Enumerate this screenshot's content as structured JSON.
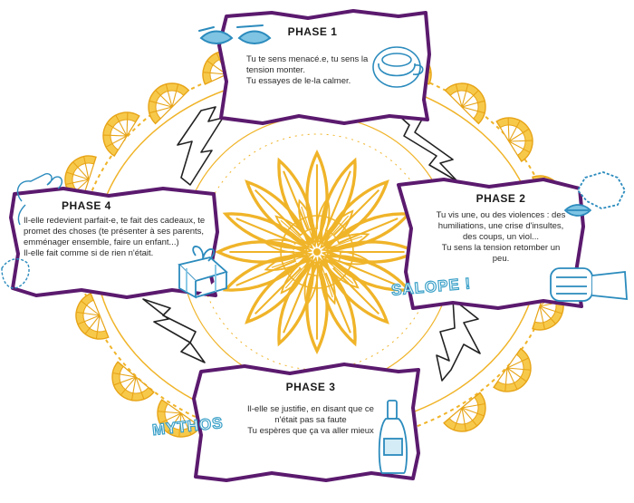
{
  "diagram": {
    "phases": [
      {
        "title": "PHASE 1",
        "lines": [
          "Tu te sens menacé.e, tu sens la",
          "tension monter.",
          "Tu essayes de le-la calmer."
        ]
      },
      {
        "title": "PHASE 2",
        "lines": [
          "Tu vis une, ou des violences : des",
          "humiliations, une crise d'insultes,",
          "des coups, un viol...",
          "Tu sens la tension retomber un",
          "peu."
        ]
      },
      {
        "title": "PHASE 3",
        "lines": [
          "Il-elle se justifie, en disant que ce",
          "n'était pas sa faute",
          "Tu espères que ça va aller mieux"
        ]
      },
      {
        "title": "PHASE 4",
        "lines": [
          "Il-elle redevient parfait-e, te fait des cadeaux, te",
          "promet des choses (te présenter à ses parents,",
          "emménager ensemble, faire un enfant...)",
          "Il-elle fait comme si de rien n'était."
        ]
      }
    ],
    "scrawls": {
      "salope": "SALOPE !",
      "mythos": "MYTHOS"
    },
    "colors": {
      "mandala": "#f0b429",
      "frame": "#5b1a6e",
      "ink": "#2b8bbd",
      "paper": "#ffffff"
    },
    "icons": [
      "eyes-icon",
      "teacup-icon",
      "mouth-icon",
      "fist-icon",
      "gift-icon",
      "bottle-icon",
      "hand-icon",
      "lightning-arrow-icon"
    ]
  }
}
